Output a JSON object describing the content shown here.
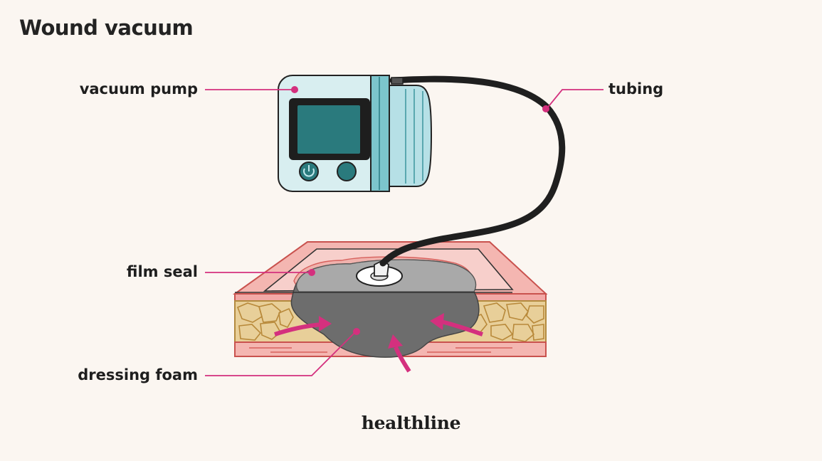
{
  "title": "Wound vacuum",
  "labels": {
    "vacuum_pump": "vacuum pump",
    "tubing": "tubing",
    "film_seal": "film seal",
    "dressing_foam": "dressing foam"
  },
  "brand": "healthline",
  "icons": {
    "power_button": "power-icon",
    "second_button": "round-button"
  },
  "colors": {
    "background": "#fbf6f1",
    "leader_line": "#d4307e",
    "arrow": "#d4307e",
    "pump_body": "#d8eef0",
    "pump_screen": "#2a7a7d",
    "tubing": "#222222",
    "foam": "#6f6f6f",
    "skin": "#f2a9a6",
    "fat_tissue": "#e8cf99"
  }
}
